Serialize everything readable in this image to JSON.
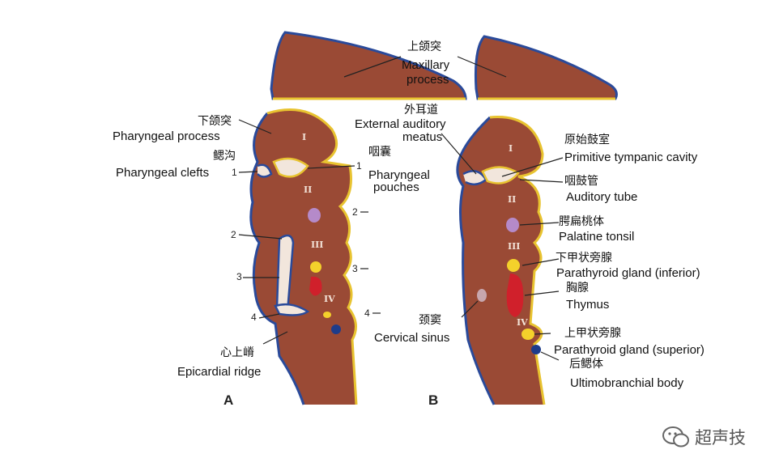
{
  "labels": {
    "maxillary_cn": "上颌突",
    "maxillary_en1": "Maxillary",
    "maxillary_en2": "process",
    "pharyngeal_process_cn": "下颌突",
    "pharyngeal_process_en": "Pharyngeal process",
    "clefts_cn": "鳃沟",
    "clefts_en": "Pharyngeal clefts",
    "ext_auditory_cn": "外耳道",
    "ext_auditory_en1": "External auditory",
    "ext_auditory_en2": "meatus",
    "pouches_cn": "咽囊",
    "pouches_en1": "Pharyngeal",
    "pouches_en2": "pouches",
    "tympanic_cn": "原始鼓室",
    "tympanic_en": "Primitive tympanic cavity",
    "auditory_tube_cn": "咽鼓管",
    "auditory_tube_en": "Auditory tube",
    "palatine_cn": "腭扁桃体",
    "palatine_en": "Palatine tonsil",
    "parathyroid_inf_cn": "下甲状旁腺",
    "parathyroid_inf_en": "Parathyroid gland (inferior)",
    "thymus_cn": "胸腺",
    "thymus_en": "Thymus",
    "cervical_sinus_cn": "颈窦",
    "cervical_sinus_en": "Cervical sinus",
    "parathyroid_sup_cn": "上甲状旁腺",
    "parathyroid_sup_en": "Parathyroid gland (superior)",
    "ultimobranchial_cn": "后鳃体",
    "ultimobranchial_en": "Ultimobranchial body",
    "epicardial_cn": "心上嵴",
    "epicardial_en": "Epicardial ridge"
  },
  "numbers": {
    "cleft_1": "1",
    "cleft_2": "2",
    "cleft_3": "3",
    "cleft_4": "4",
    "pouch_1": "1",
    "pouch_2": "2",
    "pouch_3": "3",
    "pouch_4": "4"
  },
  "roman": {
    "a_1": "I",
    "a_2": "II",
    "a_3": "III",
    "a_4": "IV",
    "b_1": "I",
    "b_2": "II",
    "b_3": "III",
    "b_4": "IV"
  },
  "panels": {
    "a": "A",
    "b": "B"
  },
  "watermark": "超声技"
}
